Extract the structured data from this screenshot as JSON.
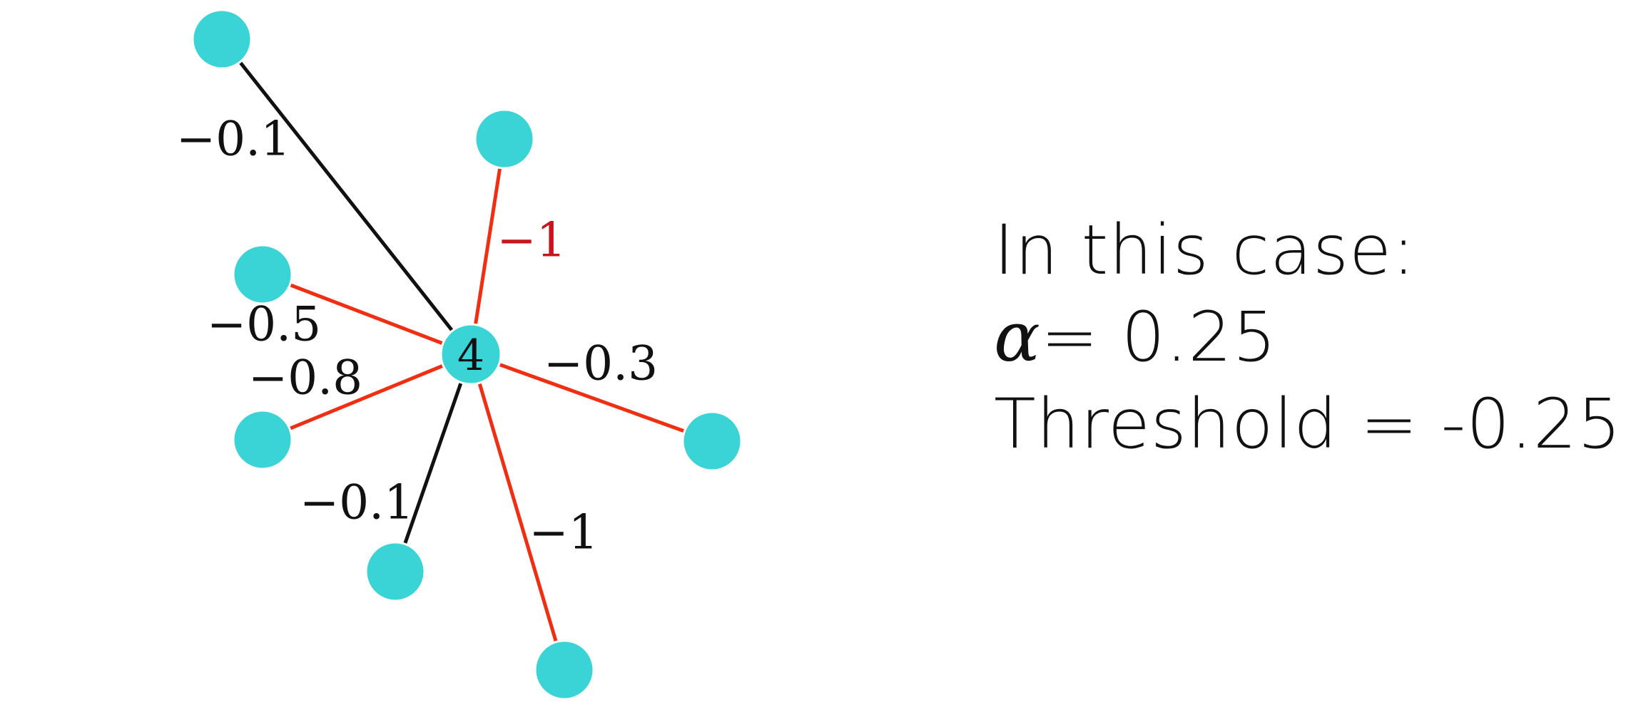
{
  "colors": {
    "node": "#3AD3D6",
    "edge_above_threshold": "#111111",
    "edge_below_threshold": "#F02E12",
    "highlight_label": "#C8141C"
  },
  "center_node": {
    "label": "4"
  },
  "edges": [
    {
      "weight_label": "−0.1",
      "color": "#111111"
    },
    {
      "weight_label": "−1",
      "color": "#F02E12",
      "label_color": "#C8141C"
    },
    {
      "weight_label": "−0.5",
      "color": "#F02E12"
    },
    {
      "weight_label": "−0.8",
      "color": "#F02E12"
    },
    {
      "weight_label": "−0.3",
      "color": "#F02E12"
    },
    {
      "weight_label": "−0.1",
      "color": "#111111"
    },
    {
      "weight_label": "−1",
      "color": "#F02E12"
    }
  ],
  "caption": {
    "line1": "In this case:",
    "alpha_symbol": "α",
    "alpha_value": "= 0.25",
    "threshold": "Threshold = -0.25"
  }
}
